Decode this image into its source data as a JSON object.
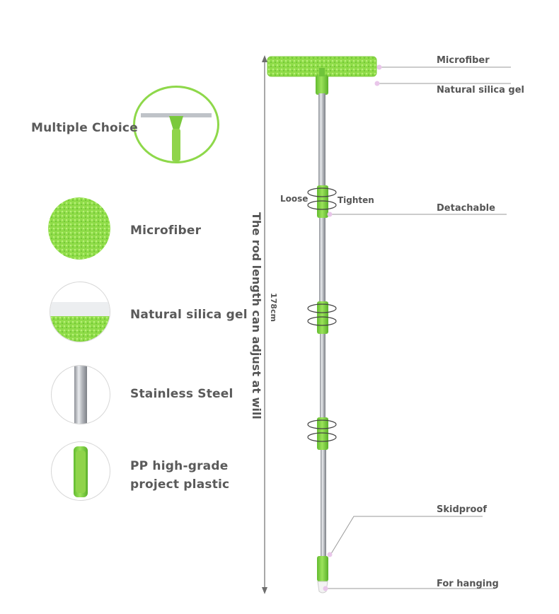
{
  "features": {
    "multiple_choice": "Multiple Choice",
    "microfiber": "Microfiber",
    "silica": "Natural silica gel",
    "steel": "Stainless Steel",
    "plastic_line1": "PP high-grade",
    "plastic_line2": "project plastic"
  },
  "callouts": {
    "microfiber": "Microfiber",
    "silica": "Natural silica gel",
    "detachable": "Detachable",
    "skidproof": "Skidproof",
    "hanging": "For hanging",
    "loose": "Loose",
    "tighten": "Tighten"
  },
  "rod": {
    "length_caption": "The rod length can adjust at will",
    "length_value": "178cm"
  },
  "colors": {
    "green": "#8fd44a",
    "green_dark": "#5fb52c",
    "steel": "#c9ccd1",
    "line": "#9a9a9a"
  }
}
